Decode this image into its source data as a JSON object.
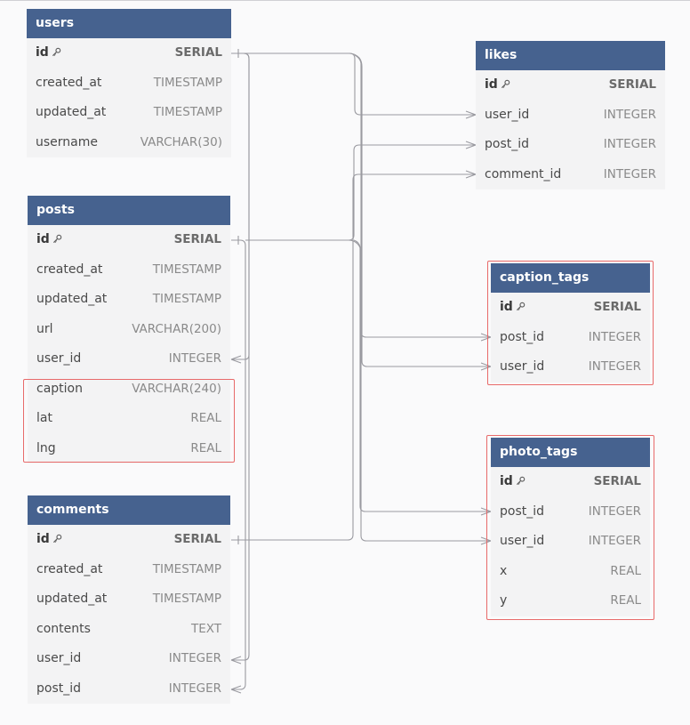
{
  "tables": {
    "users": {
      "name": "users",
      "columns": [
        {
          "name": "id",
          "type": "SERIAL",
          "pk": true
        },
        {
          "name": "created_at",
          "type": "TIMESTAMP"
        },
        {
          "name": "updated_at",
          "type": "TIMESTAMP"
        },
        {
          "name": "username",
          "type": "VARCHAR(30)"
        }
      ]
    },
    "posts": {
      "name": "posts",
      "columns": [
        {
          "name": "id",
          "type": "SERIAL",
          "pk": true
        },
        {
          "name": "created_at",
          "type": "TIMESTAMP"
        },
        {
          "name": "updated_at",
          "type": "TIMESTAMP"
        },
        {
          "name": "url",
          "type": "VARCHAR(200)"
        },
        {
          "name": "user_id",
          "type": "INTEGER"
        },
        {
          "name": "caption",
          "type": "VARCHAR(240)"
        },
        {
          "name": "lat",
          "type": "REAL"
        },
        {
          "name": "lng",
          "type": "REAL"
        }
      ]
    },
    "comments": {
      "name": "comments",
      "columns": [
        {
          "name": "id",
          "type": "SERIAL",
          "pk": true
        },
        {
          "name": "created_at",
          "type": "TIMESTAMP"
        },
        {
          "name": "updated_at",
          "type": "TIMESTAMP"
        },
        {
          "name": "contents",
          "type": "TEXT"
        },
        {
          "name": "user_id",
          "type": "INTEGER"
        },
        {
          "name": "post_id",
          "type": "INTEGER"
        }
      ]
    },
    "likes": {
      "name": "likes",
      "columns": [
        {
          "name": "id",
          "type": "SERIAL",
          "pk": true
        },
        {
          "name": "user_id",
          "type": "INTEGER"
        },
        {
          "name": "post_id",
          "type": "INTEGER"
        },
        {
          "name": "comment_id",
          "type": "INTEGER"
        }
      ]
    },
    "caption_tags": {
      "name": "caption_tags",
      "columns": [
        {
          "name": "id",
          "type": "SERIAL",
          "pk": true
        },
        {
          "name": "post_id",
          "type": "INTEGER"
        },
        {
          "name": "user_id",
          "type": "INTEGER"
        }
      ]
    },
    "photo_tags": {
      "name": "photo_tags",
      "columns": [
        {
          "name": "id",
          "type": "SERIAL",
          "pk": true
        },
        {
          "name": "post_id",
          "type": "INTEGER"
        },
        {
          "name": "user_id",
          "type": "INTEGER"
        },
        {
          "name": "x",
          "type": "REAL"
        },
        {
          "name": "y",
          "type": "REAL"
        }
      ]
    }
  },
  "colors": {
    "header": "#46628f",
    "highlight": "#e86a6a",
    "connector": "#9a9aa0"
  }
}
